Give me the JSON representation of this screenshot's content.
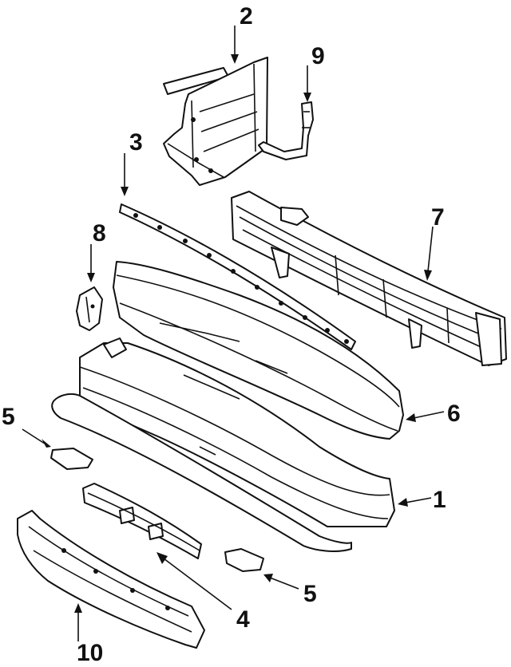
{
  "callouts": {
    "c1": "1",
    "c2": "2",
    "c3": "3",
    "c4": "4",
    "c5a": "5",
    "c5b": "5",
    "c6": "6",
    "c7": "7",
    "c8": "8",
    "c9": "9",
    "c10": "10"
  },
  "colors": {
    "ink": "#111111",
    "paper": "#ffffff"
  }
}
